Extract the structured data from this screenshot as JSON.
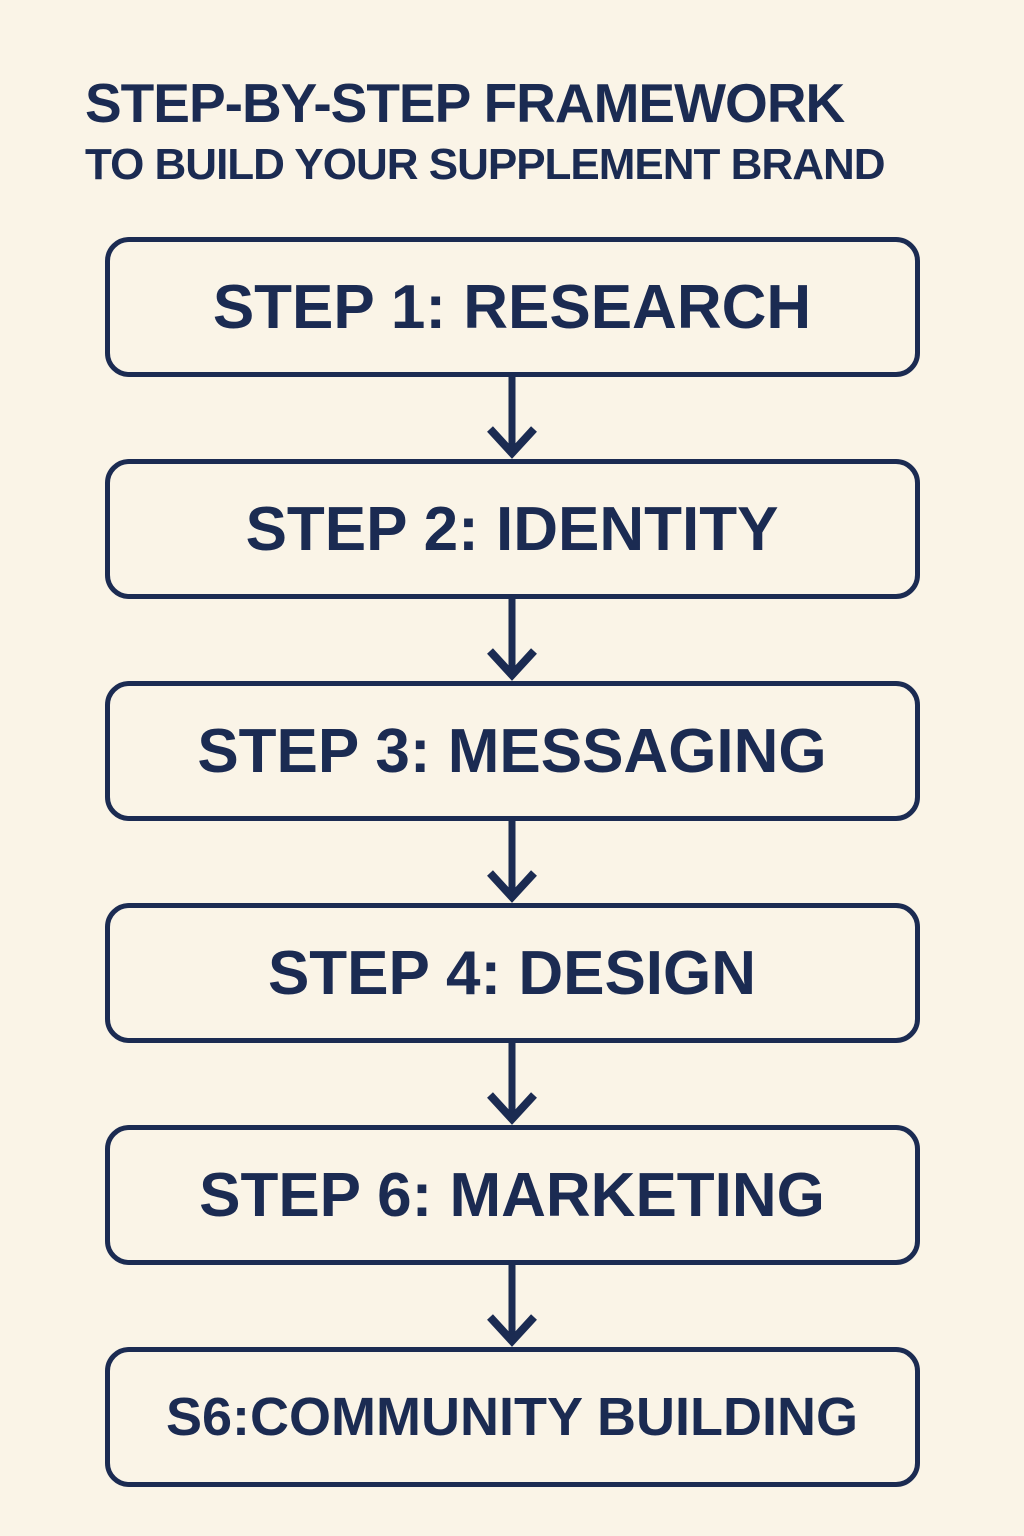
{
  "page": {
    "background_color": "#faf4e7",
    "accent_color": "#1b2b52"
  },
  "header": {
    "title": "STEP-BY-STEP FRAMEWORK",
    "subtitle": "TO BUILD YOUR SUPPLEMENT BRAND"
  },
  "flow": {
    "connector_icon": "down-arrow",
    "steps": [
      {
        "label": "STEP 1: RESEARCH"
      },
      {
        "label": "STEP 2: IDENTITY"
      },
      {
        "label": "STEP 3: MESSAGING"
      },
      {
        "label": "STEP 4: DESIGN"
      },
      {
        "label": "STEP 6: MARKETING"
      },
      {
        "label": "S6:COMMUNITY BUILDING"
      }
    ]
  }
}
